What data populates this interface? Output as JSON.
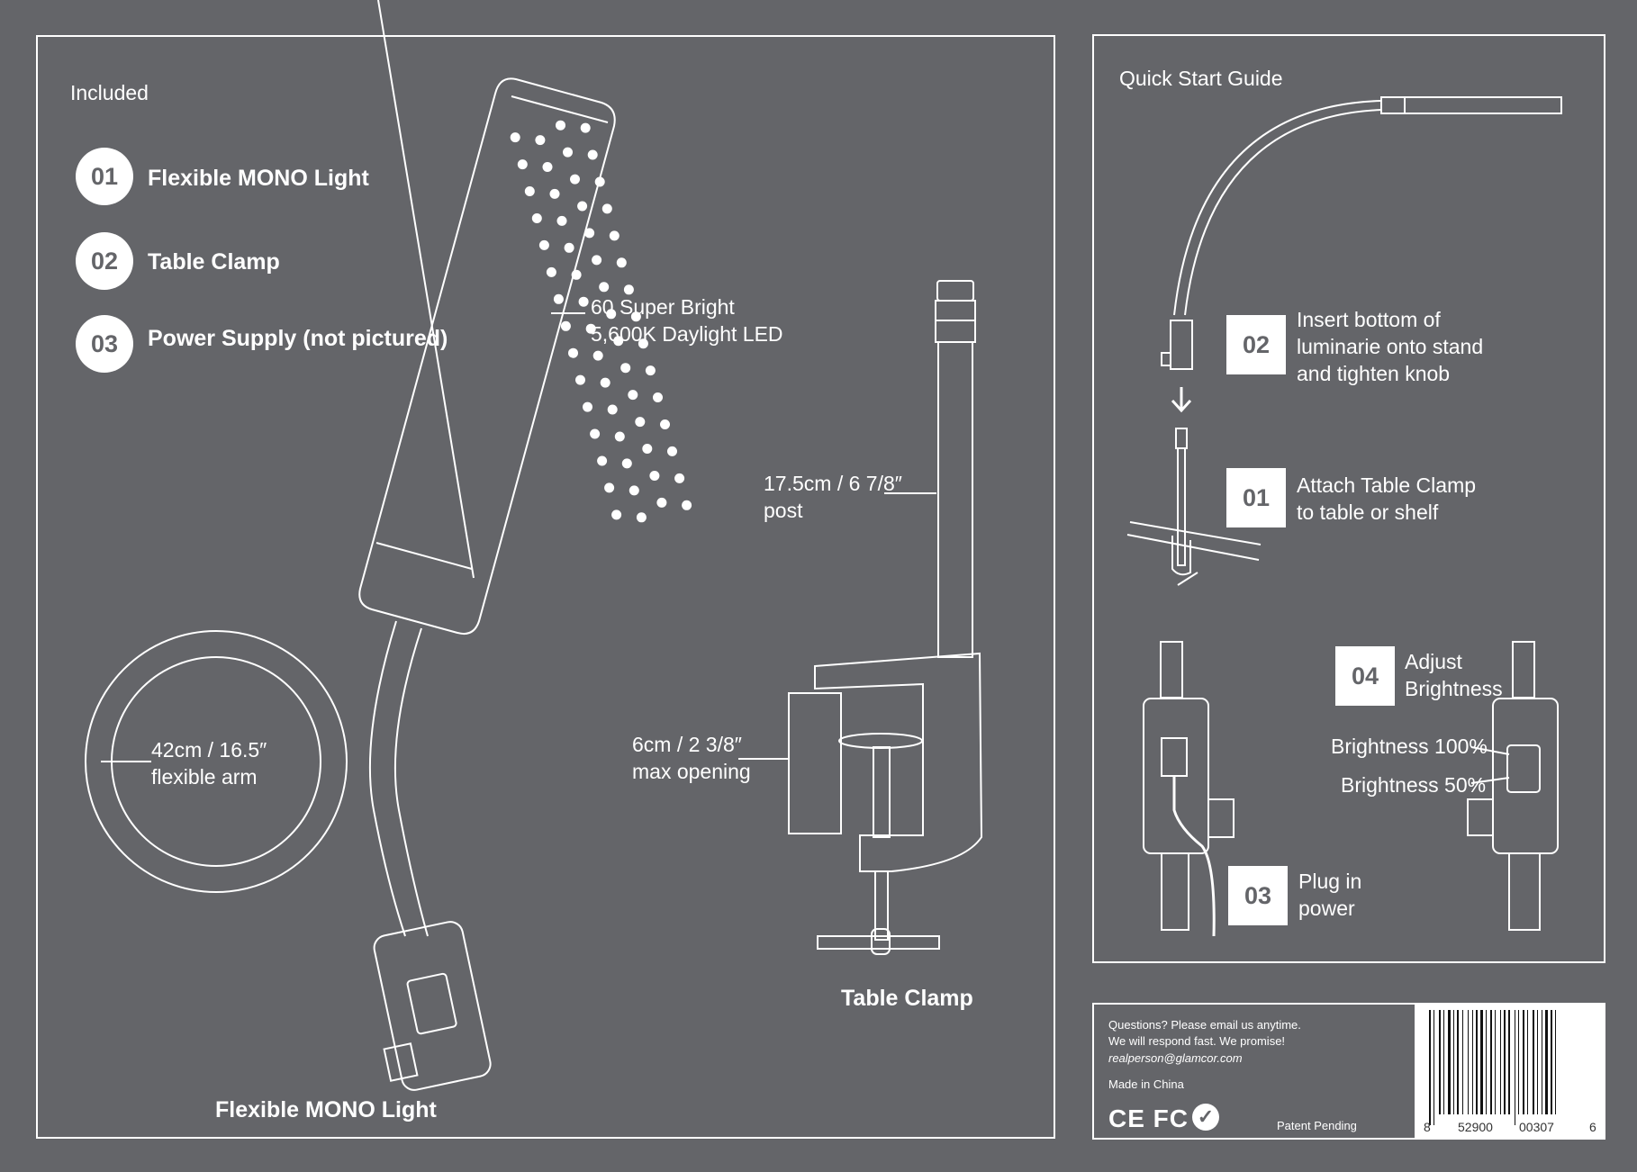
{
  "included": {
    "title": "Included",
    "items": [
      {
        "num": "01",
        "label": "Flexible MONO Light"
      },
      {
        "num": "02",
        "label": "Table Clamp"
      },
      {
        "num": "03",
        "label": "Power Supply (not pictured)"
      }
    ],
    "callouts": {
      "led": "60 Super Bright\n5,600K Daylight LED",
      "arm": "42cm / 16.5″\nflexible arm",
      "post": "17.5cm / 6 7/8″\npost",
      "opening": "6cm / 2 3/8″\nmax opening"
    },
    "captions": {
      "light": "Flexible MONO Light",
      "clamp": "Table Clamp"
    }
  },
  "quickstart": {
    "title": "Quick Start Guide",
    "steps": [
      {
        "num": "02",
        "text": "Insert bottom of\nluminarie onto stand\nand tighten knob"
      },
      {
        "num": "01",
        "text": "Attach Table Clamp\nto table or shelf"
      },
      {
        "num": "04",
        "text": "Adjust\nBrightness"
      },
      {
        "num": "03",
        "text": "Plug in\npower"
      }
    ],
    "brightness_high": "Brightness 100%",
    "brightness_low": "Brightness 50%"
  },
  "info": {
    "line1": "Questions? Please email us anytime.",
    "line2": "We will respond fast. We promise!",
    "email": "realperson@glamcor.com",
    "made_in": "Made in China",
    "certs": "CE FC",
    "patent": "Patent Pending"
  },
  "barcode": {
    "digits": [
      "8",
      "52900",
      "00307",
      "6"
    ]
  },
  "colors": {
    "background": "#646569",
    "line": "#ffffff"
  }
}
